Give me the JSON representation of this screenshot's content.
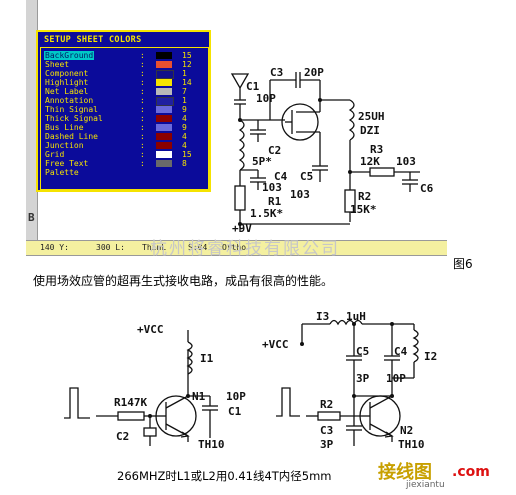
{
  "panel": {
    "title": "SETUP SHEET COLORS",
    "items": [
      {
        "label": "BackGround",
        "color": "#000000",
        "value": "15",
        "selected": true
      },
      {
        "label": "Sheet",
        "color": "#e85030",
        "value": "12"
      },
      {
        "label": "Component",
        "color": "#10108a",
        "value": "1"
      },
      {
        "label": "Highlight",
        "color": "#f5e300",
        "value": "14"
      },
      {
        "label": "Net Label",
        "color": "#b8b8b8",
        "value": "7"
      },
      {
        "label": "Annotation",
        "color": "#2020a0",
        "value": "1"
      },
      {
        "label": "Thin Signal",
        "color": "#6a6adc",
        "value": "9"
      },
      {
        "label": "Thick Signal",
        "color": "#8b0000",
        "value": "4"
      },
      {
        "label": "Bus Line",
        "color": "#6a6adc",
        "value": "9"
      },
      {
        "label": "Dashed Line",
        "color": "#8b0000",
        "value": "4"
      },
      {
        "label": "Junction",
        "color": "#8b0000",
        "value": "4"
      },
      {
        "label": "Grid",
        "color": "#ffffff",
        "value": "15"
      },
      {
        "label": "Free Text",
        "color": "#6a6a6a",
        "value": "8"
      },
      {
        "label": "Palette",
        "color": "",
        "value": ""
      }
    ]
  },
  "ruler": {
    "letter": "B"
  },
  "status": {
    "y": "140 Y:",
    "len": "300 L:",
    "mode": "ThinL",
    "pos": "S:04",
    "ortho": "Ortho"
  },
  "watermark": "杭州将睿科技有限公司",
  "fig_label": "图6",
  "caption": "使用场效应管的超再生式接收电路，成品有很高的性能。",
  "note": "266MHZ时L1或L2用0.41线4T内径5mm",
  "logo": {
    "main": "接线图",
    "dot": ".com",
    "sub": "jiexiantu"
  },
  "schematic_top": {
    "labels": [
      "C1",
      "10P",
      "C3",
      "20P",
      "C2",
      "5P*",
      "C4",
      "103",
      "C5",
      "103",
      "R1",
      "1.5K*",
      "+9V",
      "25UH",
      "DZI",
      "R3",
      "12K",
      "103",
      "R2",
      "15K*",
      "C6"
    ]
  },
  "schematic_left": {
    "labels": [
      "+VCC",
      "I1",
      "R147K",
      "N1",
      "10P",
      "C1",
      "C2",
      "TH10"
    ]
  },
  "schematic_right": {
    "labels": [
      "I3",
      "1uH",
      "+VCC",
      "C5",
      "C4",
      "3P",
      "10P",
      "I2",
      "R2",
      "C3",
      "3P",
      "N2",
      "TH10"
    ]
  }
}
